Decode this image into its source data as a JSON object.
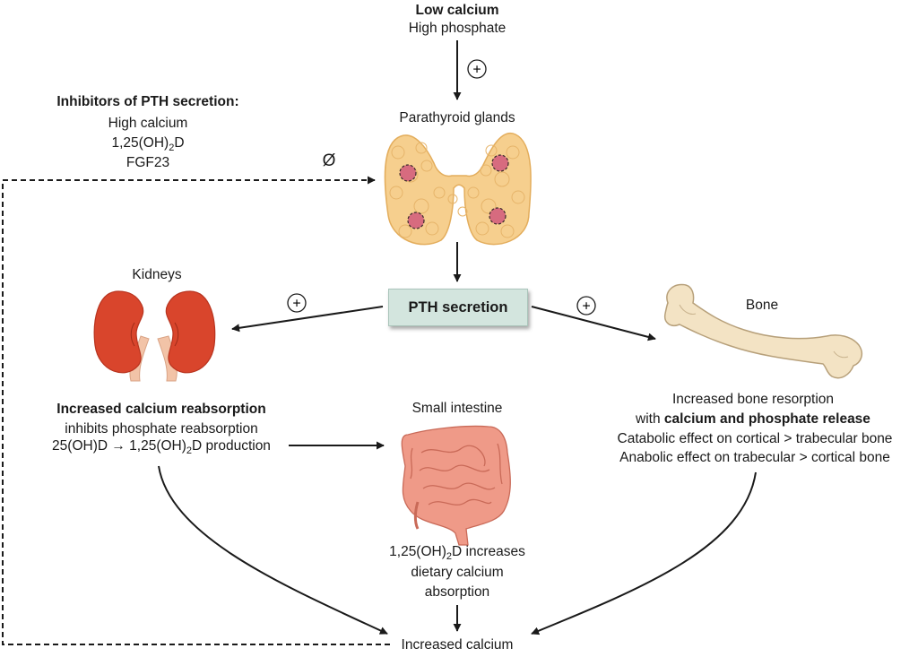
{
  "top": {
    "line1": "Low calcium",
    "line2": "High phosphate"
  },
  "inhibitors": {
    "title": "Inhibitors of PTH secretion:",
    "item1": "High calcium",
    "item2_pre": "1,25(OH)",
    "item2_sub": "2",
    "item2_post": "D",
    "item3": "FGF23",
    "symbol": "Ø"
  },
  "glands": {
    "label": "Parathyroid glands"
  },
  "pth": {
    "label": "PTH secretion"
  },
  "kidneys": {
    "label": "Kidneys",
    "line1": "Increased calcium reabsorption",
    "line2": "inhibits phosphate reabsorption",
    "line3_pre": "25(OH)D → 1,25(OH)",
    "line3_sub": "2",
    "line3_post": "D production"
  },
  "bone": {
    "label": "Bone",
    "line1": "Increased bone resorption",
    "line2_pre": "with ",
    "line2_bold": "calcium and phosphate release",
    "line3": "Catabolic effect on cortical > trabecular bone",
    "line4": "Anabolic effect on trabecular > cortical bone"
  },
  "intestine": {
    "label": "Small intestine",
    "line1_pre": "1,25(OH)",
    "line1_sub": "2",
    "line1_post": "D increases",
    "line2": "dietary calcium",
    "line3": "absorption"
  },
  "result": {
    "label": "Increased calcium"
  },
  "plus_sign": "+",
  "colors": {
    "gland": "#f6cf8e",
    "gland_edge": "#e3ad5c",
    "gland_spot": "#d76b7f",
    "kidney": "#d9452c",
    "ureter": "#f2c3a7",
    "bone": "#f3e3c4",
    "intestine": "#ef9a88",
    "pth_box": "#d3e5de"
  }
}
